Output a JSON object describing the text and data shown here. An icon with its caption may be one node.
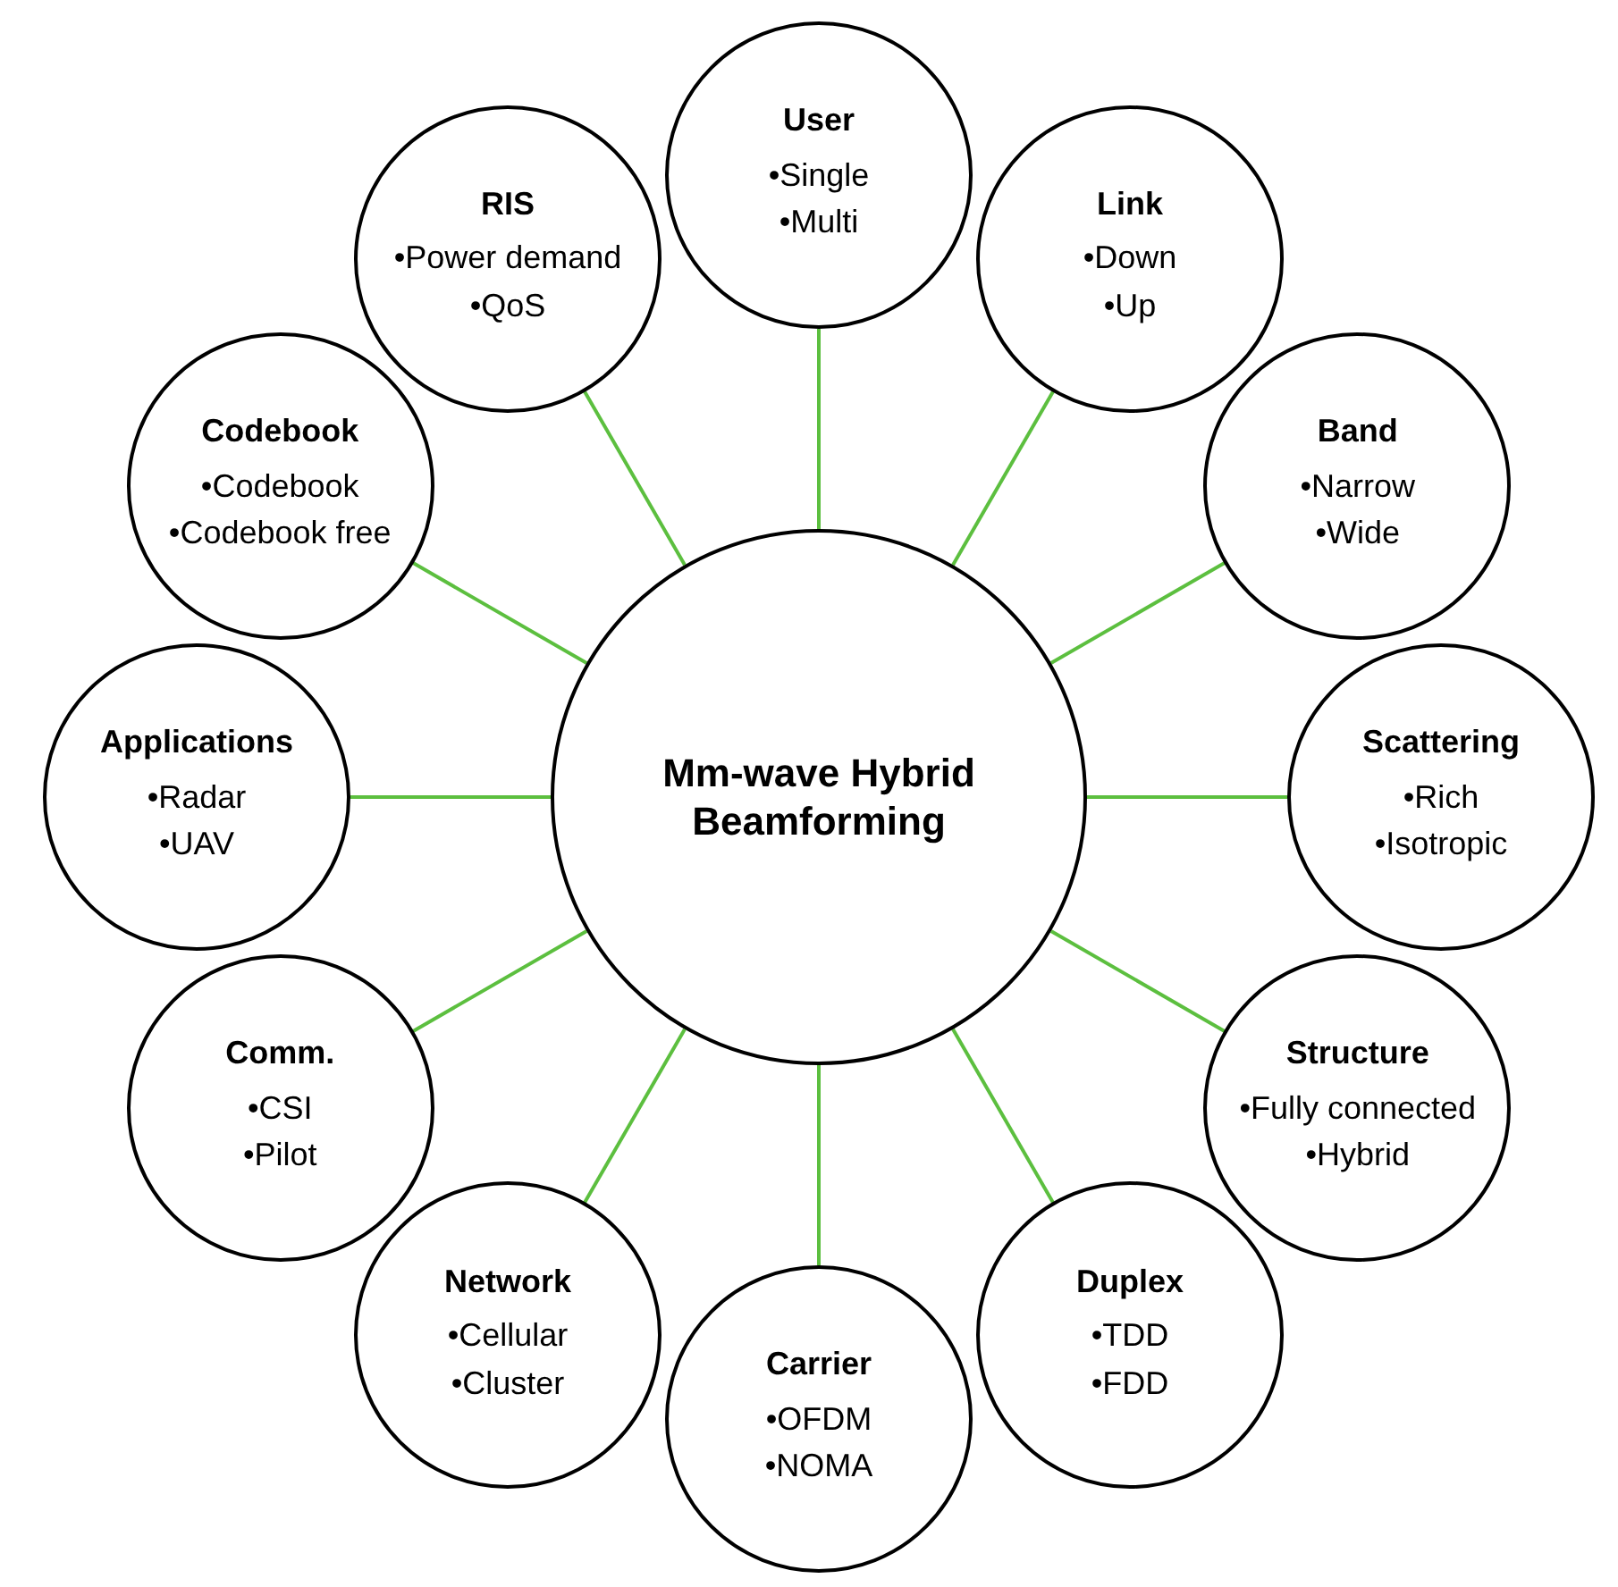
{
  "diagram": {
    "nodes": [
      {
        "text": [
          "Mm-wave Hybrid Beamforming"
        ]
      },
      {
        "text": [
          "User",
          "•Single",
          "•Multi"
        ]
      },
      {
        "text": [
          "Link",
          "•Down",
          "•Up"
        ]
      },
      {
        "text": [
          "Band",
          "•Narrow",
          "•Wide"
        ]
      },
      {
        "text": [
          "Scattering",
          "•Rich",
          "•Isotropic"
        ]
      },
      {
        "text": [
          "Structure",
          "•Fully connected",
          "•Hybrid"
        ]
      },
      {
        "text": [
          "Duplex",
          "•TDD",
          "•FDD"
        ]
      },
      {
        "text": [
          "Carrier",
          "•OFDM",
          "•NOMA"
        ]
      },
      {
        "text": [
          "Network",
          "•Cellular",
          "•Cluster"
        ]
      },
      {
        "text": [
          "Comm.",
          "•CSI",
          "•Pilot"
        ]
      },
      {
        "text": [
          "Applications",
          "•Radar",
          "•UAV"
        ]
      },
      {
        "text": [
          "Codebook",
          "•Codebook",
          "•Codebook free"
        ]
      },
      {
        "text": [
          "RIS",
          "•Power demand",
          "•QoS"
        ]
      }
    ],
    "edges": [
      {
        "from": 0,
        "to": 1,
        "arrow": "none"
      },
      {
        "from": 0,
        "to": 2,
        "arrow": "none"
      },
      {
        "from": 0,
        "to": 3,
        "arrow": "none"
      },
      {
        "from": 0,
        "to": 4,
        "arrow": "none"
      },
      {
        "from": 0,
        "to": 5,
        "arrow": "none"
      },
      {
        "from": 0,
        "to": 6,
        "arrow": "none"
      },
      {
        "from": 0,
        "to": 7,
        "arrow": "none"
      },
      {
        "from": 0,
        "to": 8,
        "arrow": "none"
      },
      {
        "from": 0,
        "to": 9,
        "arrow": "none"
      },
      {
        "from": 0,
        "to": 10,
        "arrow": "none"
      },
      {
        "from": 0,
        "to": 11,
        "arrow": "none"
      },
      {
        "from": 0,
        "to": 12,
        "arrow": "none"
      }
    ]
  }
}
